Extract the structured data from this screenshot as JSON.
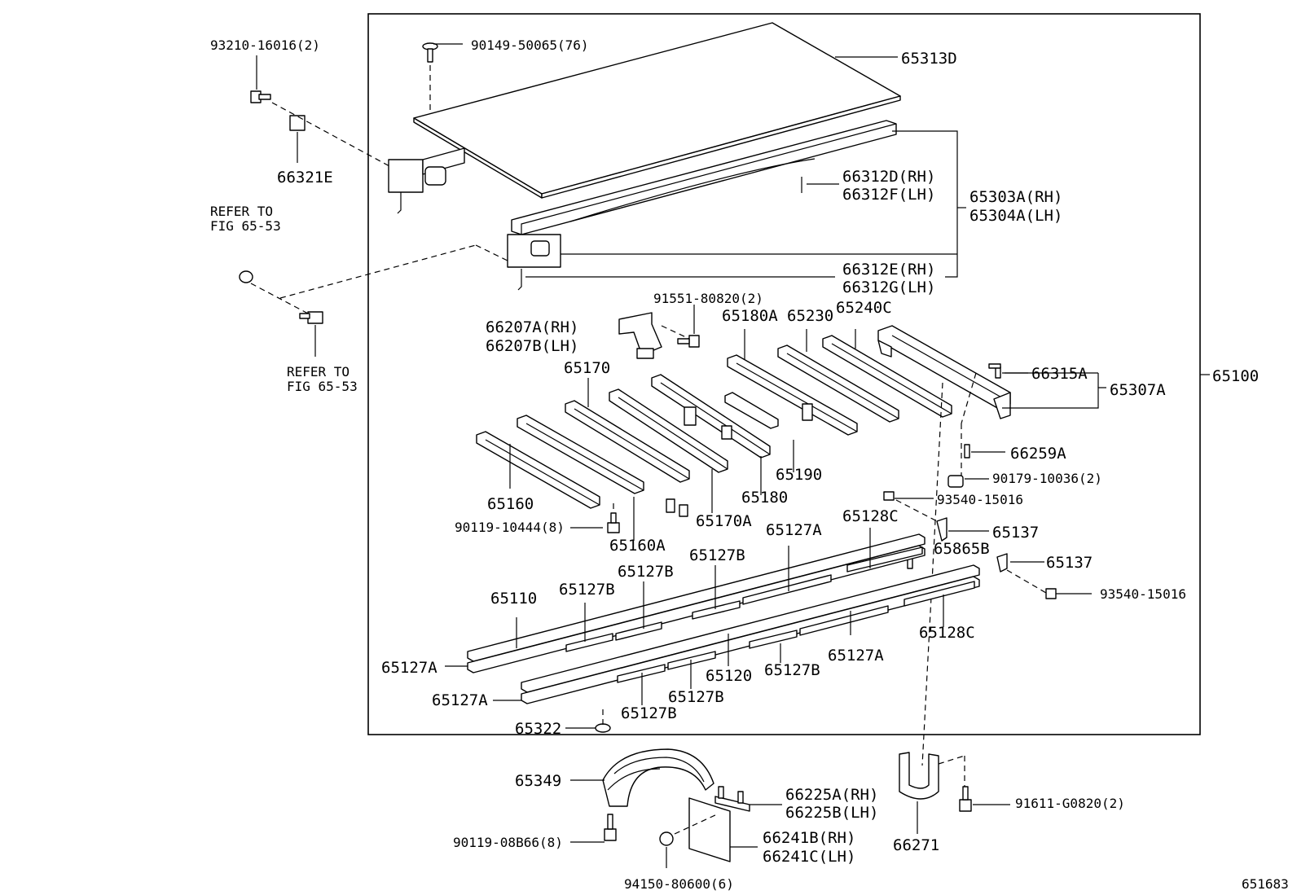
{
  "diagram_id": "651683",
  "assembly": {
    "part_no": "65100"
  },
  "refer_note": {
    "line1": "REFER TO",
    "line2": "FIG 65-53"
  },
  "parts": {
    "p93210": "93210-16016(2)",
    "p66321E": "66321E",
    "p90149": "90149-50065(76)",
    "p65313D": "65313D",
    "p66312D": "66312D(RH)",
    "p66312F": "66312F(LH)",
    "p65303A": "65303A(RH)",
    "p65304A": "65304A(LH)",
    "p66312E": "66312E(RH)",
    "p66312G": "66312G(LH)",
    "p91551": "91551-80820(2)",
    "p66207A": "66207A(RH)",
    "p66207B": "66207B(LH)",
    "p65180A": "65180A",
    "p65230": "65230",
    "p65240C": "65240C",
    "p65170": "65170",
    "p66315A": "66315A",
    "p65307A": "65307A",
    "p65100": "65100",
    "p66259A": "66259A",
    "p65190": "65190",
    "p90179": "90179-10036(2)",
    "p65160": "65160",
    "p65180": "65180",
    "p93540a": "93540-15016",
    "p90119a": "90119-10444(8)",
    "p65170A": "65170A",
    "p65128C_top": "65128C",
    "p65137a": "65137",
    "p65127A_top": "65127A",
    "p65160A": "65160A",
    "p65865B": "65865B",
    "p65137b": "65137",
    "p65127B_1": "65127B",
    "p65127B_2": "65127B",
    "p93540b": "93540-15016",
    "p65110": "65110",
    "p65127B_3": "65127B",
    "p65128C_bot": "65128C",
    "p65127A_left": "65127A",
    "p65127A_mid": "65127A",
    "p65120": "65120",
    "p65127B_4": "65127B",
    "p65127A_bot": "65127A",
    "p65127B_5": "65127B",
    "p65322": "65322",
    "p65127B_6": "65127B",
    "p65349": "65349",
    "p66225A": "66225A(RH)",
    "p66225B": "66225B(LH)",
    "p91611": "91611-G0820(2)",
    "p90119b": "90119-08B66(8)",
    "p66241B": "66241B(RH)",
    "p66241C": "66241C(LH)",
    "p66271": "66271",
    "p94150": "94150-80600(6)"
  }
}
